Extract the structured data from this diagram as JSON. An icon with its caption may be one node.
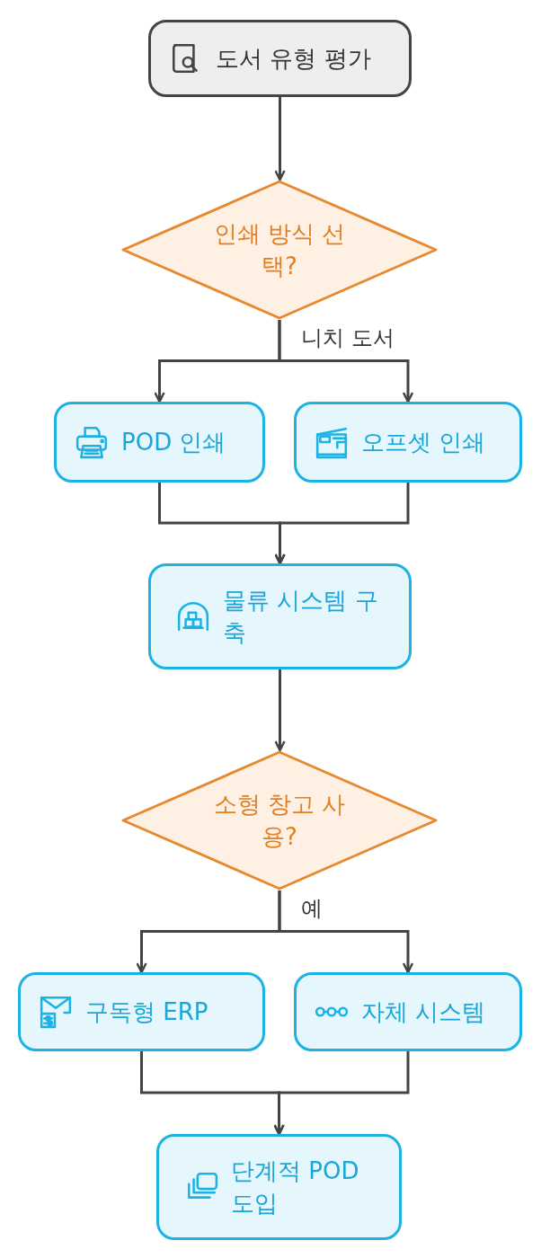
{
  "diagram": {
    "nodes": [
      {
        "text": [
          "도서 유형 평가"
        ]
      },
      {
        "text": [
          "인쇄 방식 선택?"
        ]
      },
      {
        "text": [
          "POD 인쇄"
        ]
      },
      {
        "text": [
          "오프셋 인쇄"
        ]
      },
      {
        "text": [
          "물류 시스템 구축"
        ]
      },
      {
        "text": [
          "소형 창고 사용?"
        ]
      },
      {
        "text": [
          "구독형 ERP"
        ]
      },
      {
        "text": [
          "자체 시스템"
        ]
      },
      {
        "text": [
          "단계적 POD 도입"
        ]
      }
    ],
    "edges": [
      {
        "from": 0,
        "to": 1,
        "arrow": "to"
      },
      {
        "from": 1,
        "to": 2,
        "arrow": "to",
        "label": "니치 도서"
      },
      {
        "from": 1,
        "to": 3,
        "arrow": "to"
      },
      {
        "from": 2,
        "to": 4,
        "arrow": "to"
      },
      {
        "from": 3,
        "to": 4,
        "arrow": "to"
      },
      {
        "from": 4,
        "to": 5,
        "arrow": "to"
      },
      {
        "from": 5,
        "to": 6,
        "arrow": "to",
        "label": "예"
      },
      {
        "from": 5,
        "to": 7,
        "arrow": "to"
      },
      {
        "from": 6,
        "to": 8,
        "arrow": "to"
      },
      {
        "from": 7,
        "to": 8,
        "arrow": "to"
      }
    ]
  }
}
